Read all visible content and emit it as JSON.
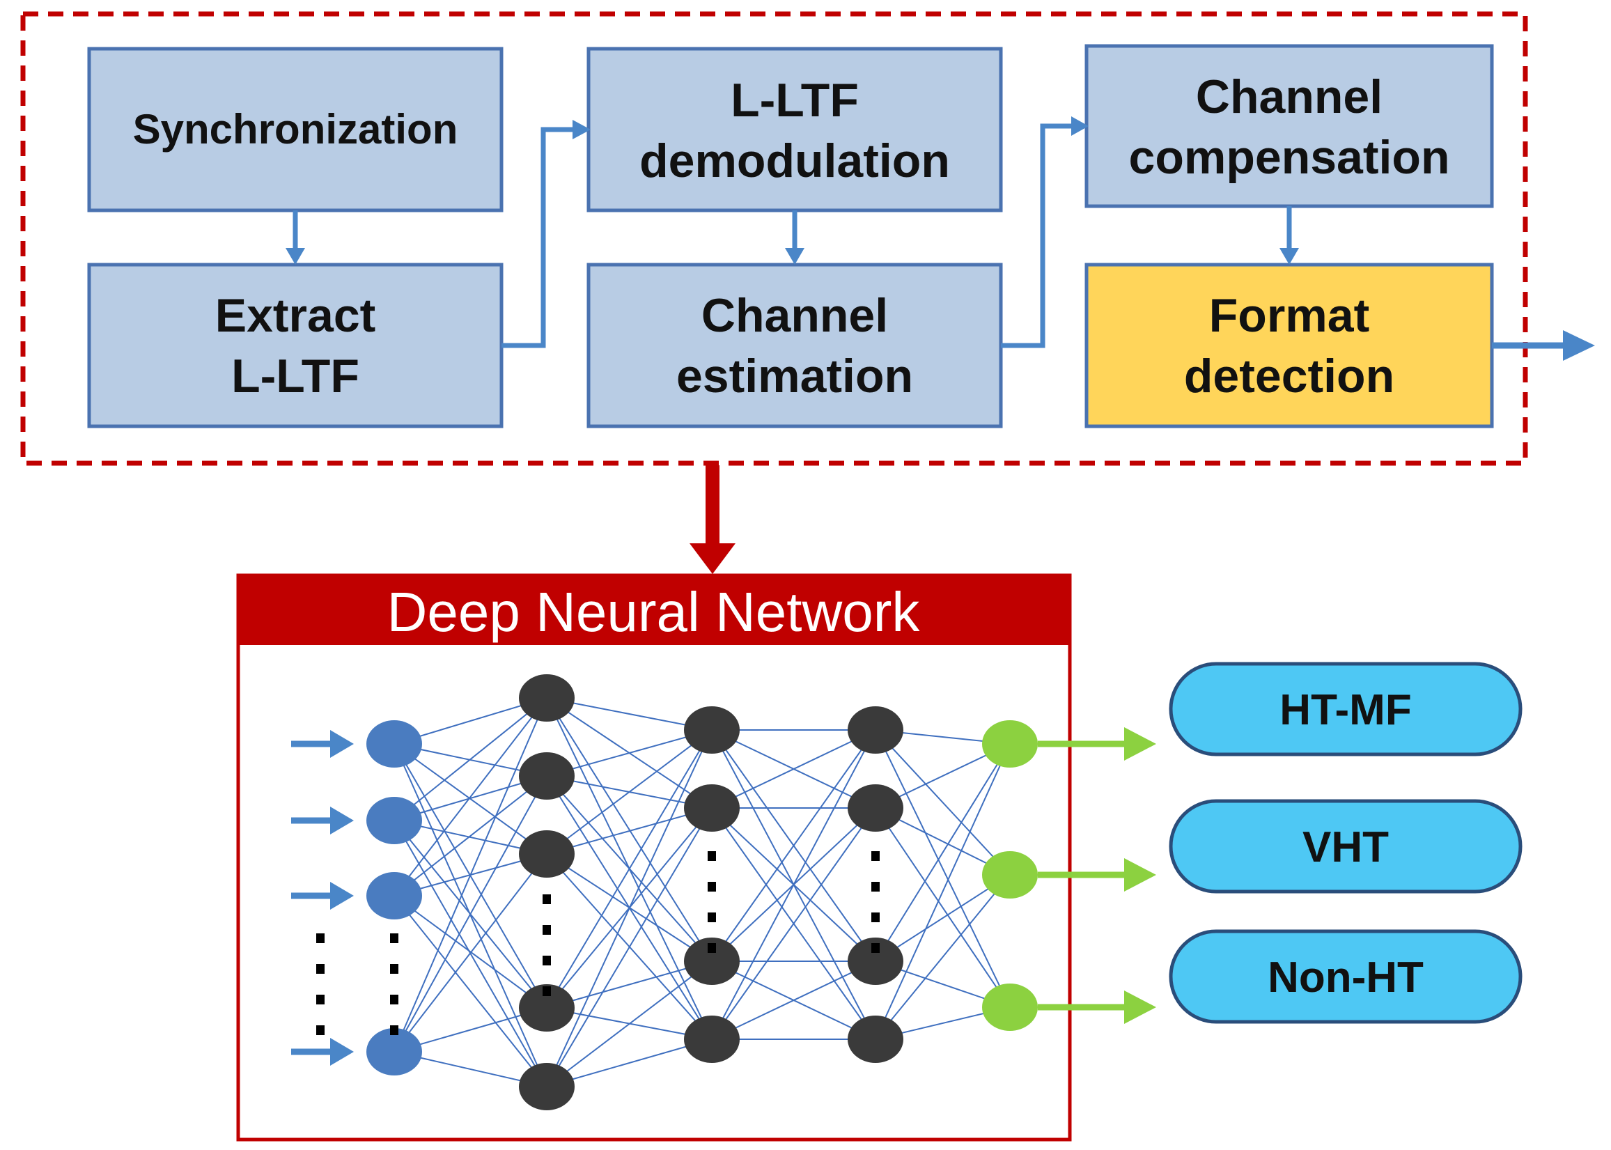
{
  "pipeline": {
    "synchronization": "Synchronization",
    "extract": [
      "Extract",
      "L-LTF"
    ],
    "demodulation": [
      "L-LTF",
      "demodulation"
    ],
    "estimation": [
      "Channel",
      "estimation"
    ],
    "compensation": [
      "Channel",
      "compensation"
    ],
    "format_detection": [
      "Format",
      "detection"
    ]
  },
  "dnn": {
    "title": "Deep Neural Network"
  },
  "outputs": [
    "HT-MF",
    "VHT",
    "Non-HT"
  ],
  "colors": {
    "block_fill": "#b8cce4",
    "block_stroke": "#4a72b0",
    "highlight_fill": "#ffd55a",
    "dashed_border": "#c00000",
    "dnn_header": "#c00000",
    "flow_arrow": "#4a86c8",
    "input_node": "#4a7cc0",
    "hidden_node": "#3a3a3a",
    "output_node": "#8cd140",
    "output_arrow": "#8cd140",
    "output_fill": "#4ec8f4",
    "edge": "#3f6fbf"
  }
}
